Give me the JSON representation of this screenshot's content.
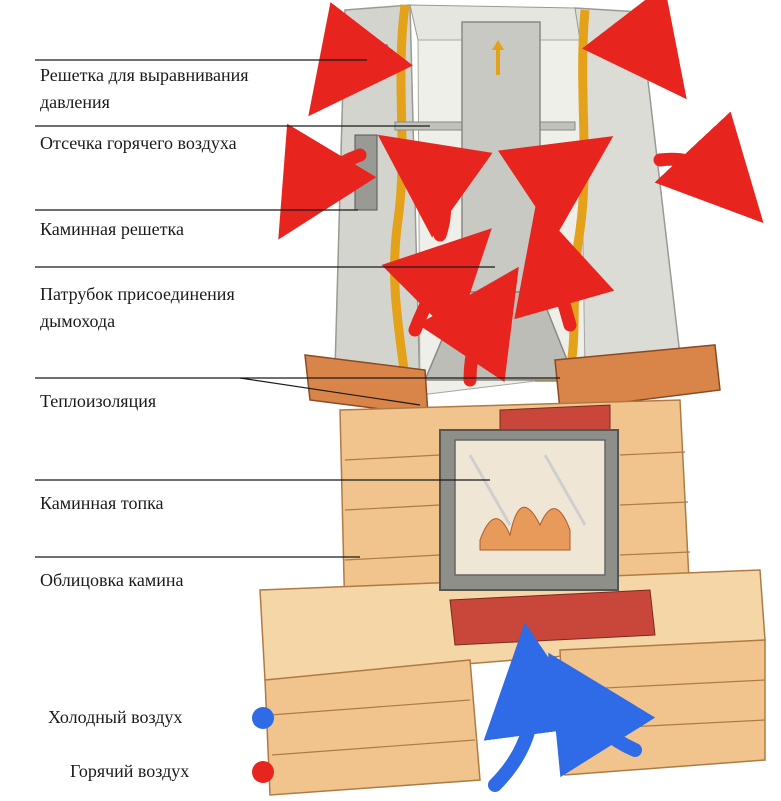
{
  "labels": [
    {
      "id": "pressure-grille",
      "text": "Решетка для выравнивания\nдавления"
    },
    {
      "id": "hot-air-cutoff",
      "text": "Отсечка горячего воздуха"
    },
    {
      "id": "fireplace-grille",
      "text": "Каминная решетка"
    },
    {
      "id": "flue-pipe",
      "text": "Патрубок присоединения\nдымохода"
    },
    {
      "id": "insulation",
      "text": "Теплоизоляция"
    },
    {
      "id": "firebox",
      "text": "Каминная топка"
    },
    {
      "id": "cladding",
      "text": "Облицовка камина"
    }
  ],
  "legend": {
    "cold": {
      "text": "Холодный воздух",
      "color": "#2f6be6"
    },
    "hot": {
      "text": "Горячий воздух",
      "color": "#e8241f"
    }
  },
  "colors": {
    "hot_arrow": "#e8241f",
    "cold_arrow": "#2f6be6",
    "insulation": "#e3a21a",
    "brick": "#f0c48c",
    "brick_edge": "#b07a44",
    "hood": "#d9d9d4",
    "wood": "#d9854a"
  }
}
